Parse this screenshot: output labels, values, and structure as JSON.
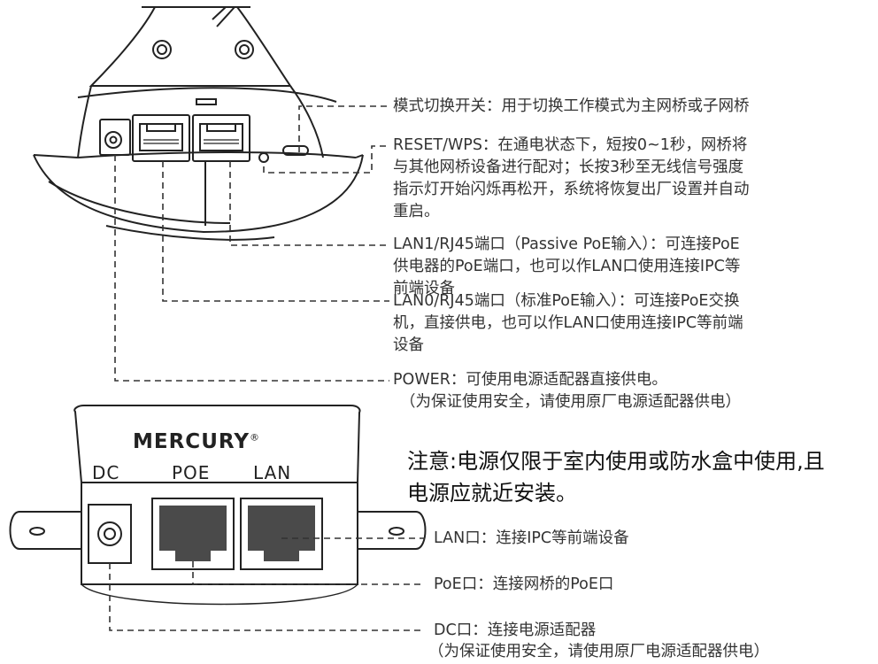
{
  "top_callouts": {
    "mode_switch": "模式切换开关：用于切换工作模式为主网桥或子网桥",
    "reset_wps": [
      "RESET/WPS：在通电状态下，短按0~1秒，网桥将",
      "与其他网桥设备进行配对；长按3秒至无线信号强度",
      "指示灯开始闪烁再松开，系统将恢复出厂设置并自动",
      "重启。"
    ],
    "lan1": [
      "LAN1/RJ45端口（Passive PoE输入）：可连接PoE",
      "供电器的PoE端口，也可以作LAN口使用连接IPC等",
      "前端设备"
    ],
    "lan0": [
      "LAN0/RJ45端口（标准PoE输入）：可连接PoE交换",
      "机，直接供电，也可以作LAN口使用连接IPC等前端",
      "设备"
    ],
    "power": [
      "POWER：可使用电源适配器直接供电。",
      "（为保证使用安全，请使用原厂电源适配器供电）"
    ]
  },
  "injector": {
    "brand": "MERCURY",
    "trademark": "®",
    "port_labels": [
      "DC",
      "POE",
      "LAN"
    ]
  },
  "note": [
    "注意:电源仅限于室内使用或防水盒中使用,且",
    "电源应就近安装。"
  ],
  "bottom_callouts": {
    "lan": "LAN口：连接IPC等前端设备",
    "poe": "PoE口：连接网桥的PoE口",
    "dc": [
      "DC口：连接电源适配器",
      "（为保证使用安全，请使用原厂电源适配器供电）"
    ]
  }
}
